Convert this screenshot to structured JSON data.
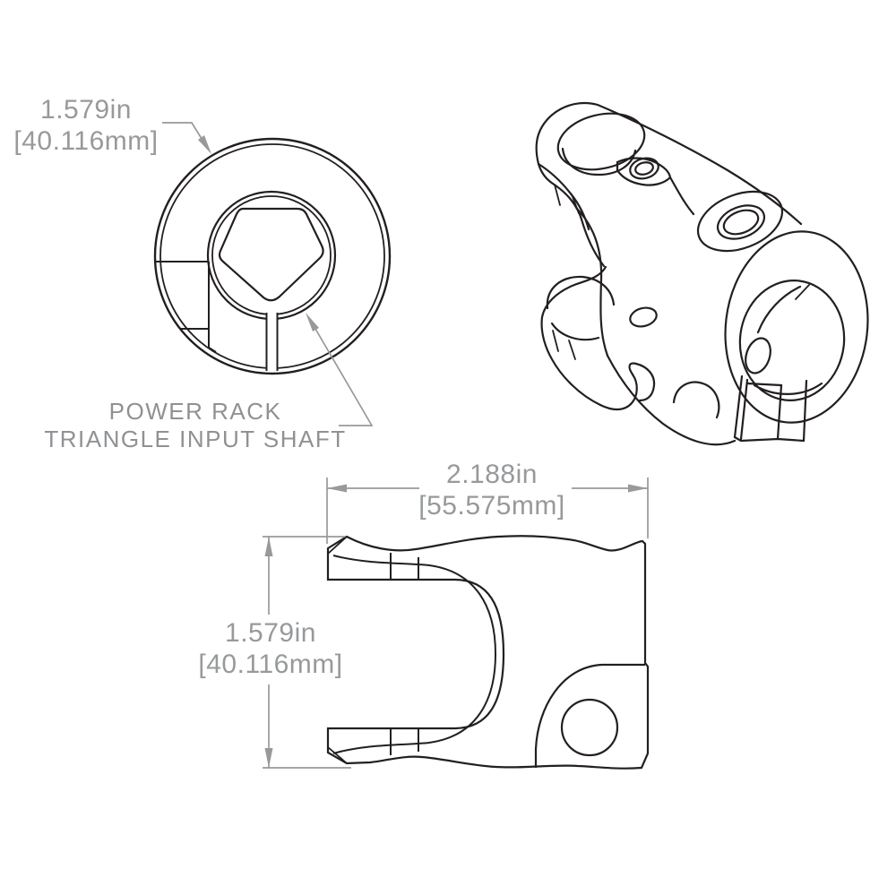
{
  "front_view": {
    "diameter_dimension": {
      "inches": "1.579in",
      "millimeters": "[40.116mm]"
    },
    "shaft_label": {
      "line1": "POWER RACK",
      "line2": "TRIANGLE INPUT SHAFT"
    }
  },
  "side_view": {
    "width_dimension": {
      "inches": "2.188in",
      "millimeters": "[55.575mm]"
    },
    "height_dimension": {
      "inches": "1.579in",
      "millimeters": "[40.116mm]"
    }
  },
  "colors": {
    "part_line": "#231f20",
    "dimension_gray": "#97999b",
    "background": "#ffffff"
  }
}
